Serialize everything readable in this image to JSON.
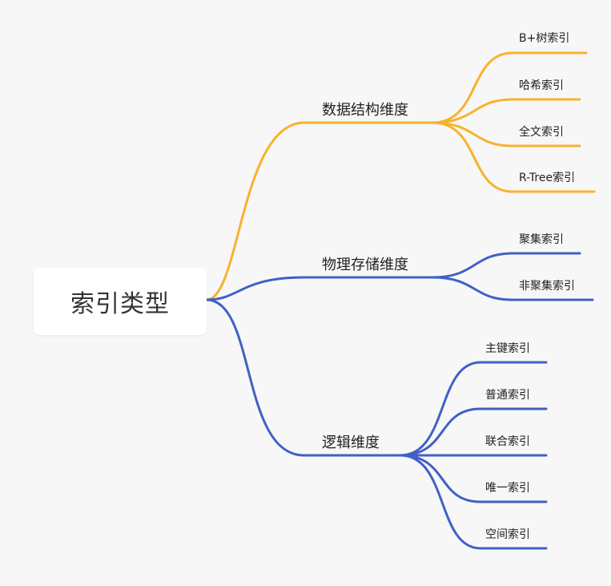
{
  "colors": {
    "background": "#f7f7f7",
    "orange": "#F8B22E",
    "blue": "#4160C6",
    "root_box": "#ffffff",
    "text": "#222222"
  },
  "root": {
    "label": "索引类型"
  },
  "branches": [
    {
      "label": "数据结构维度",
      "color": "#F8B22E",
      "children": [
        {
          "label": "B+树索引"
        },
        {
          "label": "哈希索引"
        },
        {
          "label": "全文索引"
        },
        {
          "label": "R-Tree索引"
        }
      ]
    },
    {
      "label": "物理存储维度",
      "color": "#4160C6",
      "children": [
        {
          "label": "聚集索引"
        },
        {
          "label": "非聚集索引"
        }
      ]
    },
    {
      "label": "逻辑维度",
      "color": "#4160C6",
      "children": [
        {
          "label": "主键索引"
        },
        {
          "label": "普通索引"
        },
        {
          "label": "联合索引"
        },
        {
          "label": "唯一索引"
        },
        {
          "label": "空间索引"
        }
      ]
    }
  ]
}
